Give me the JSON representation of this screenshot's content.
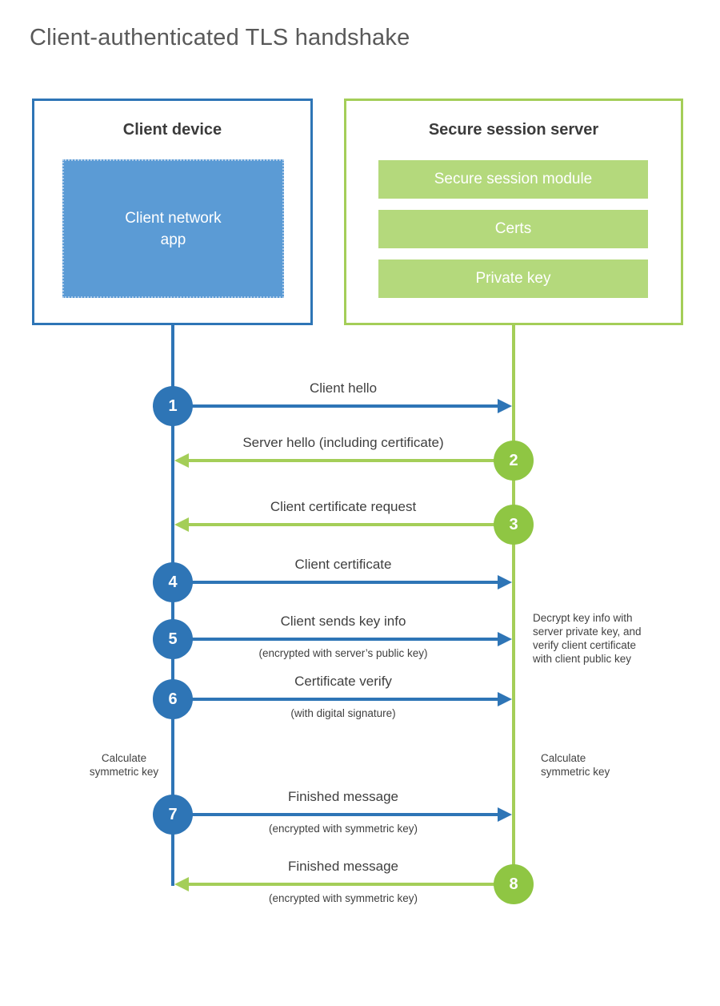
{
  "title": "Client-authenticated TLS handshake",
  "colors": {
    "blue": "#2e75b6",
    "blue_light": "#5b9bd5",
    "green": "#a4ce58",
    "green_circle": "#8fc643",
    "green_bar": "#b4d97c",
    "text_dark": "#3f3f3f",
    "title_gray": "#595959"
  },
  "client": {
    "title": "Client device",
    "app_label": "Client network\napp"
  },
  "server": {
    "title": "Secure session server",
    "modules": [
      "Secure session module",
      "Certs",
      "Private key"
    ]
  },
  "messages": [
    {
      "number": "1",
      "from": "client",
      "label": "Client hello",
      "sublabel": ""
    },
    {
      "number": "2",
      "from": "server",
      "label": "Server hello (including certificate)",
      "sublabel": ""
    },
    {
      "number": "3",
      "from": "server",
      "label": "Client certificate request",
      "sublabel": ""
    },
    {
      "number": "4",
      "from": "client",
      "label": "Client certificate",
      "sublabel": ""
    },
    {
      "number": "5",
      "from": "client",
      "label": "Client sends key info",
      "sublabel": "(encrypted with server’s public key)"
    },
    {
      "number": "6",
      "from": "client",
      "label": "Certificate verify",
      "sublabel": "(with digital signature)"
    },
    {
      "number": "7",
      "from": "client",
      "label": "Finished message",
      "sublabel": "(encrypted with symmetric key)"
    },
    {
      "number": "8",
      "from": "server",
      "label": "Finished message",
      "sublabel": "(encrypted with symmetric key)"
    }
  ],
  "notes": {
    "decrypt": "Decrypt key info with\nserver private key, and\nverify client certificate\nwith client public key",
    "calculate_left": "Calculate\nsymmetric key",
    "calculate_right": "Calculate\nsymmetric key"
  }
}
